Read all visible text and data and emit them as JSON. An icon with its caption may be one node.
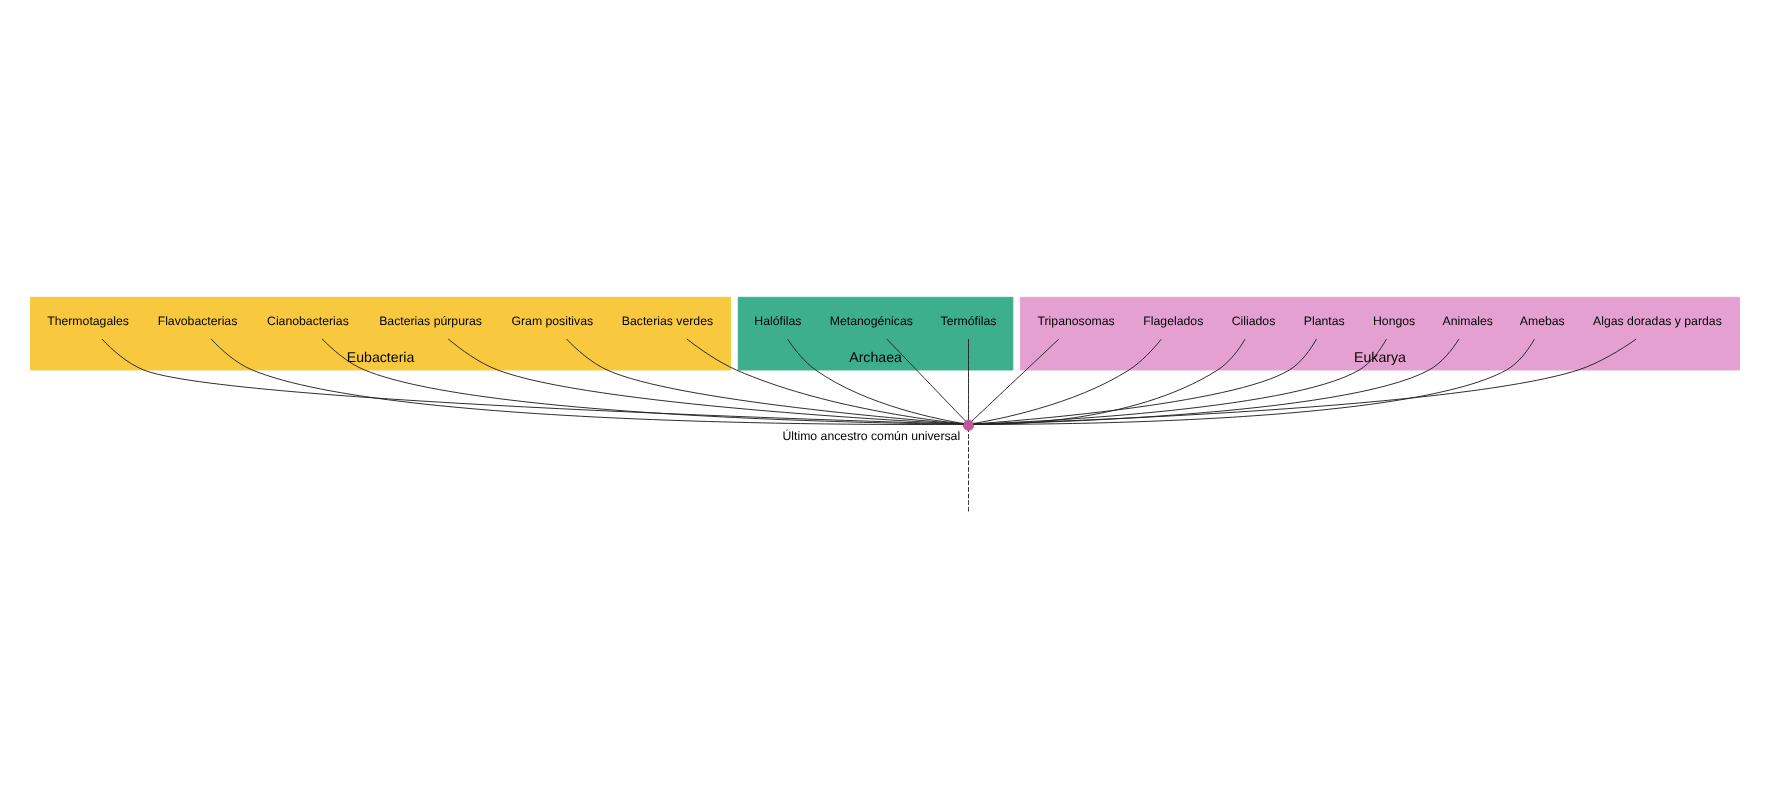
{
  "diagram": {
    "nodes": [
      {
        "text": [
          "Eubacteria"
        ]
      },
      {
        "text": [
          "Bacterias verdes"
        ],
        "in": 0
      },
      {
        "text": [
          "Gram positivas"
        ],
        "in": 0
      },
      {
        "text": [
          "Bacterias púrpuras"
        ],
        "in": 0
      },
      {
        "text": [
          "Cianobacterias"
        ],
        "in": 0
      },
      {
        "text": [
          "Flavobacterias"
        ],
        "in": 0
      },
      {
        "text": [
          "Thermotagales"
        ],
        "in": 0
      },
      {
        "text": [
          "Archaea"
        ]
      },
      {
        "text": [
          "Termófilas"
        ],
        "in": 7
      },
      {
        "text": [
          "Metanogénicas"
        ],
        "in": 7
      },
      {
        "text": [
          "Halófilas"
        ],
        "in": 7
      },
      {
        "text": [
          "Eukarya"
        ]
      },
      {
        "text": [
          "Algas doradas y pardas"
        ],
        "in": 11
      },
      {
        "text": [
          "Amebas"
        ],
        "in": 11
      },
      {
        "text": [
          "Animales"
        ],
        "in": 11
      },
      {
        "text": [
          "Hongos"
        ],
        "in": 11
      },
      {
        "text": [
          "Plantas"
        ],
        "in": 11
      },
      {
        "text": [
          "Ciliados"
        ],
        "in": 11
      },
      {
        "text": [
          "Flagelados"
        ],
        "in": 11
      },
      {
        "text": [
          "Tripanosomas"
        ],
        "in": 11
      },
      {
        "text": [],
        "shape": "circle",
        "beside": [
          "Último ancestro común universal"
        ]
      }
    ],
    "edges": [
      {
        "from": 20,
        "to": 1,
        "arrow": "none"
      },
      {
        "from": 20,
        "to": 2,
        "arrow": "none"
      },
      {
        "from": 20,
        "to": 3,
        "arrow": "none"
      },
      {
        "from": 20,
        "to": 4,
        "arrow": "none"
      },
      {
        "from": 20,
        "to": 5,
        "arrow": "none"
      },
      {
        "from": 20,
        "to": 6,
        "arrow": "none"
      },
      {
        "from": 20,
        "to": 8,
        "arrow": "none"
      },
      {
        "from": 20,
        "to": 9,
        "arrow": "none"
      },
      {
        "from": 20,
        "to": 10,
        "arrow": "none"
      },
      {
        "from": 20,
        "to": 12,
        "arrow": "none"
      },
      {
        "from": 20,
        "to": 13,
        "arrow": "none"
      },
      {
        "from": 20,
        "to": 14,
        "arrow": "none"
      },
      {
        "from": 20,
        "to": 15,
        "arrow": "none"
      },
      {
        "from": 20,
        "to": 16,
        "arrow": "none"
      },
      {
        "from": 20,
        "to": 17,
        "arrow": "none"
      },
      {
        "from": 20,
        "to": 18,
        "arrow": "none"
      },
      {
        "from": 20,
        "to": 19,
        "arrow": "none"
      },
      {
        "from": 20,
        "to": null,
        "arrow": "none",
        "style": "dashed"
      }
    ]
  }
}
